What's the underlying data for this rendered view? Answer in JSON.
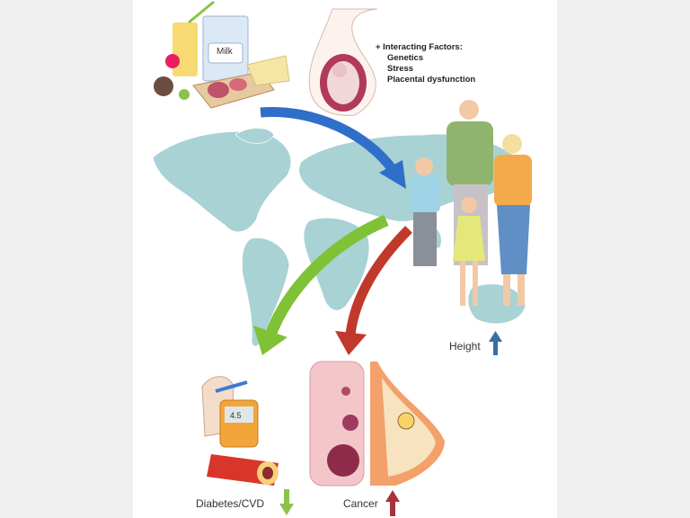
{
  "food": {
    "milk_label": "Milk"
  },
  "factors": {
    "title": "+ Interacting Factors:",
    "items": [
      "Genetics",
      "Stress",
      "Placental dysfunction"
    ]
  },
  "outcomes": {
    "height_label": "Height",
    "diabetes_label": "Diabetes/CVD",
    "cancer_label": "Cancer"
  },
  "colors": {
    "blue_arrow": "#2f6fc9",
    "green_arrow": "#7fc236",
    "red_arrow": "#c0392b",
    "map": "#a8d2d4"
  }
}
